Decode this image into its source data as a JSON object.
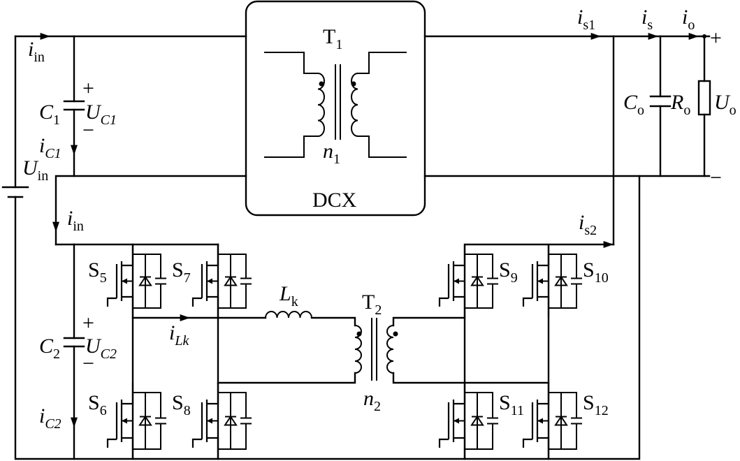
{
  "dcx_label": "DCX",
  "labels": {
    "i_in_top": {
      "main": "i",
      "sub": "in"
    },
    "i_in_bot": {
      "main": "i",
      "sub": "in"
    },
    "U_in": {
      "main": "U",
      "sub": "in"
    },
    "C1": {
      "main": "C",
      "sub": "1"
    },
    "UC1": {
      "main": "U",
      "sub": "C1"
    },
    "iC1": {
      "main": "i",
      "sub": "C1"
    },
    "C2": {
      "main": "C",
      "sub": "2"
    },
    "UC2": {
      "main": "U",
      "sub": "C2"
    },
    "iC2": {
      "main": "i",
      "sub": "C2"
    },
    "T1": {
      "main": "T",
      "sub": "1"
    },
    "n1": {
      "main": "n",
      "sub": "1"
    },
    "T2": {
      "main": "T",
      "sub": "2"
    },
    "n2": {
      "main": "n",
      "sub": "2"
    },
    "Lk": {
      "main": "L",
      "sub": "k"
    },
    "iLk": {
      "main": "i",
      "sub": "Lk"
    },
    "is1": {
      "main": "i",
      "sub": "s1"
    },
    "is": {
      "main": "i",
      "sub": "s"
    },
    "io": {
      "main": "i",
      "sub": "o"
    },
    "is2": {
      "main": "i",
      "sub": "s2"
    },
    "Co": {
      "main": "C",
      "sub": "o"
    },
    "Ro": {
      "main": "R",
      "sub": "o"
    },
    "Uo": {
      "main": "U",
      "sub": "o"
    },
    "S5": {
      "main": "S",
      "sub": "5"
    },
    "S6": {
      "main": "S",
      "sub": "6"
    },
    "S7": {
      "main": "S",
      "sub": "7"
    },
    "S8": {
      "main": "S",
      "sub": "8"
    },
    "S9": {
      "main": "S",
      "sub": "9"
    },
    "S10": {
      "main": "S",
      "sub": "10"
    },
    "S11": {
      "main": "S",
      "sub": "11"
    },
    "S12": {
      "main": "S",
      "sub": "12"
    }
  },
  "polarity": {
    "plus_UC1": "+",
    "minus_UC1": "−",
    "plus_UC2": "+",
    "minus_UC2": "−",
    "plus_Uo": "+",
    "minus_Uo": "−"
  }
}
